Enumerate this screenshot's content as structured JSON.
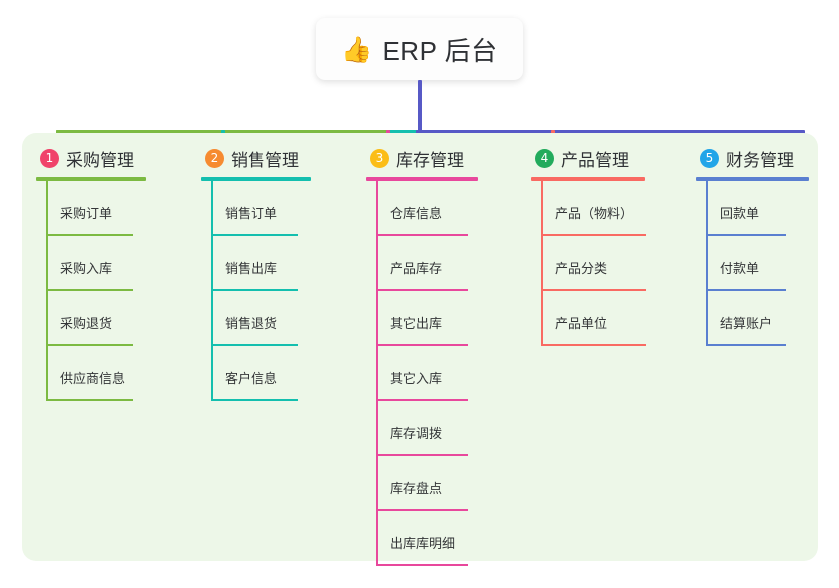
{
  "root": {
    "icon": "thumbs-up-icon",
    "emoji": "👍",
    "title": "ERP 后台"
  },
  "colors": {
    "panel_bg": "#edf7e8",
    "stem": "#5759c6",
    "bar_green": "#7cba42",
    "bar_teal": "#14bfae",
    "bar_indigo": "#5759c6"
  },
  "columns": [
    {
      "number": "1",
      "title": "采购管理",
      "badge_color": "#f0436a",
      "line_color": "#7cba42",
      "rule_width": 110,
      "leaf_rule_width": 87,
      "items": [
        "采购订单",
        "采购入库",
        "采购退货",
        "供应商信息"
      ]
    },
    {
      "number": "2",
      "title": "销售管理",
      "badge_color": "#f68b30",
      "line_color": "#14bfae",
      "rule_width": 110,
      "leaf_rule_width": 87,
      "items": [
        "销售订单",
        "销售出库",
        "销售退货",
        "客户信息"
      ]
    },
    {
      "number": "3",
      "title": "库存管理",
      "badge_color": "#fbbd17",
      "line_color": "#e8489c",
      "rule_width": 112,
      "leaf_rule_width": 92,
      "items": [
        "仓库信息",
        "产品库存",
        "其它出库",
        "其它入库",
        "库存调拨",
        "库存盘点",
        "出库库明细"
      ]
    },
    {
      "number": "4",
      "title": "产品管理",
      "badge_color": "#22ab5c",
      "line_color": "#f96a62",
      "rule_width": 114,
      "leaf_rule_width": 105,
      "items": [
        "产品（物料）",
        "产品分类",
        "产品单位"
      ]
    },
    {
      "number": "5",
      "title": "财务管理",
      "badge_color": "#22a5e8",
      "line_color": "#5a7fd0",
      "rule_width": 113,
      "leaf_rule_width": 80,
      "items": [
        "回款单",
        "付款单",
        "结算账户"
      ]
    }
  ]
}
